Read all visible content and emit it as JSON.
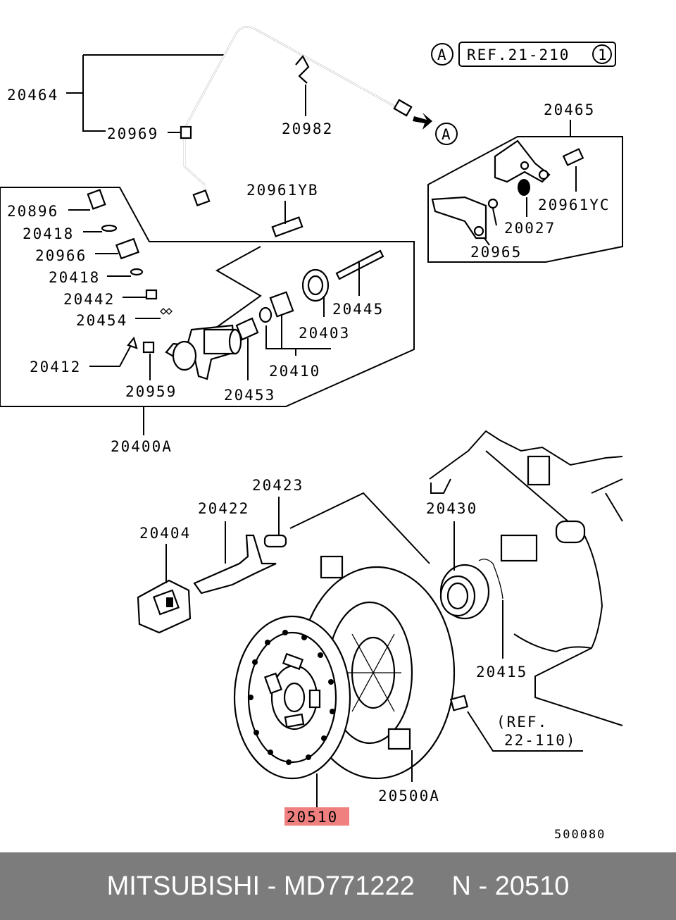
{
  "labels": {
    "p20464": "20464",
    "p20969": "20969",
    "p20982": "20982",
    "p20465": "20465",
    "p20961yc": "20961YC",
    "p20027": "20027",
    "p20965": "20965",
    "p20961yb": "20961YB",
    "p20896": "20896",
    "p20418a": "20418",
    "p20966": "20966",
    "p20418b": "20418",
    "p20442": "20442",
    "p20454": "20454",
    "p20412": "20412",
    "p20959": "20959",
    "p20453": "20453",
    "p20410": "20410",
    "p20403": "20403",
    "p20445": "20445",
    "p20400a": "20400A",
    "p20423": "20423",
    "p20422": "20422",
    "p20404": "20404",
    "p20430": "20430",
    "p20415": "20415",
    "p20500a": "20500A",
    "p20510": "20510"
  },
  "refs": {
    "circle_a": "A",
    "ref_box": "REF.21-210",
    "ref_box_num": "1",
    "ref2_line1": "(REF.",
    "ref2_line2": "22-110)"
  },
  "diagram_code": "500080",
  "highlight_color": "#f08080",
  "footer": {
    "text": "MITSUBISHI - MD771222     N - 20510"
  }
}
